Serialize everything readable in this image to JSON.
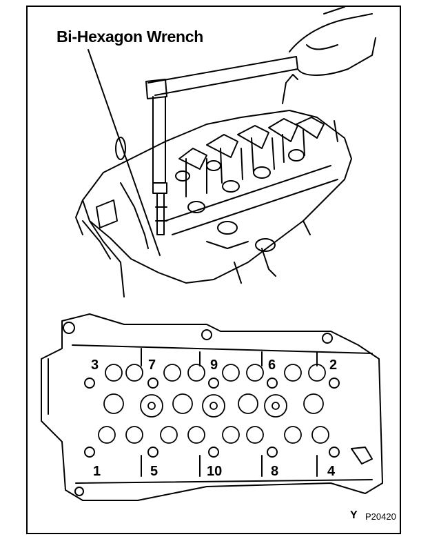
{
  "title": "Bi-Hexagon Wrench",
  "bolt_numbers_top": [
    "3",
    "7",
    "9",
    "6",
    "2"
  ],
  "bolt_numbers_bottom": [
    "1",
    "5",
    "10",
    "8",
    "4"
  ],
  "figure_code_letter": "Y",
  "figure_code": "P20420"
}
